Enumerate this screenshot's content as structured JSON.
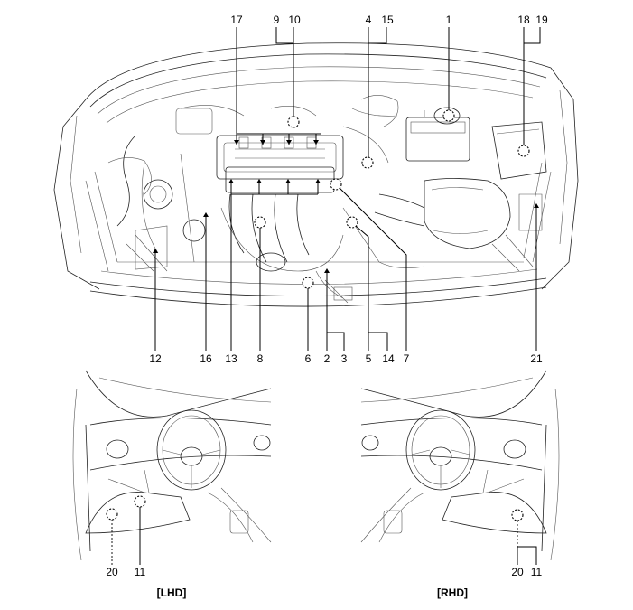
{
  "figure": {
    "callouts_top": [
      "17",
      "9",
      "10",
      "4",
      "15",
      "1",
      "18",
      "19"
    ],
    "callouts_bottom": [
      "12",
      "16",
      "13",
      "8",
      "6",
      "2",
      "3",
      "5",
      "14",
      "7",
      "21"
    ],
    "callouts_interior": [
      "20",
      "11",
      "20",
      "11"
    ],
    "captions": {
      "lhd": "[LHD]",
      "rhd": "[RHD]"
    },
    "colors": {
      "line": "#000000",
      "background": "#ffffff"
    }
  }
}
